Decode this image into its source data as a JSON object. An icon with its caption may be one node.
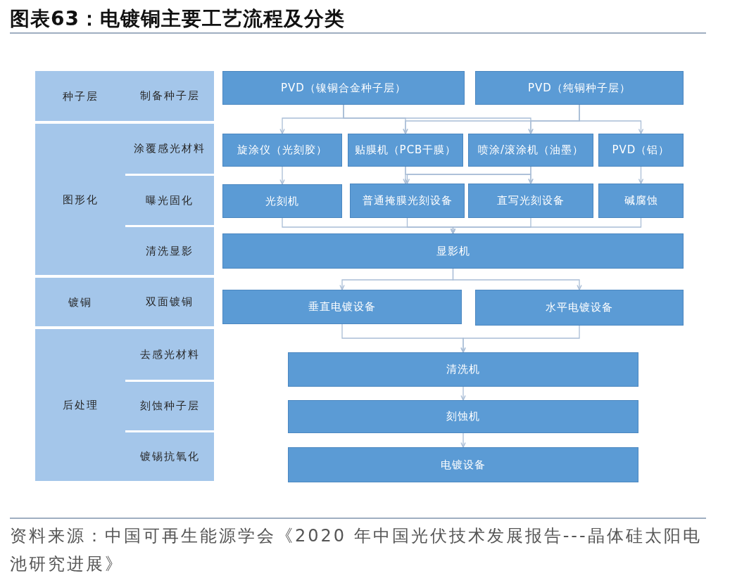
{
  "diagram": {
    "title": "图表63：电镀铜主要工艺流程及分类",
    "caption": "资料来源：中国可再生能源学会《2020 年中国光伏技术发展报告---晶体硅太阳电池研究进展》",
    "nodes": [
      {
        "text": [
          "种子层"
        ]
      },
      {
        "text": [
          "制备种子层"
        ],
        "in": 0
      },
      {
        "text": [
          "图形化"
        ]
      },
      {
        "text": [
          "涂覆感光材料"
        ],
        "in": 2
      },
      {
        "text": [
          "曝光固化"
        ],
        "in": 2
      },
      {
        "text": [
          "清洗显影"
        ],
        "in": 2
      },
      {
        "text": [
          "镀铜"
        ]
      },
      {
        "text": [
          "双面镀铜"
        ],
        "in": 6
      },
      {
        "text": [
          "后处理"
        ]
      },
      {
        "text": [
          "去感光材料"
        ],
        "in": 8
      },
      {
        "text": [
          "刻蚀种子层"
        ],
        "in": 8
      },
      {
        "text": [
          "镀锡抗氧化"
        ],
        "in": 8
      },
      {
        "text": [
          "PVD（镍铜合金种子层）"
        ]
      },
      {
        "text": [
          "PVD（纯铜种子层）"
        ]
      },
      {
        "text": [
          "旋涂仪（光刻胶）"
        ]
      },
      {
        "text": [
          "贴膜机（PCB干膜）"
        ]
      },
      {
        "text": [
          "喷涂/滚涂机（油墨）"
        ]
      },
      {
        "text": [
          "PVD（铝）"
        ]
      },
      {
        "text": [
          "光刻机"
        ]
      },
      {
        "text": [
          "普通掩膜光刻设备"
        ]
      },
      {
        "text": [
          "直写光刻设备"
        ]
      },
      {
        "text": [
          "碱腐蚀"
        ]
      },
      {
        "text": [
          "显影机"
        ]
      },
      {
        "text": [
          "垂直电镀设备"
        ]
      },
      {
        "text": [
          "水平电镀设备"
        ]
      },
      {
        "text": [
          "清洗机"
        ]
      },
      {
        "text": [
          "刻蚀机"
        ]
      },
      {
        "text": [
          "电镀设备"
        ]
      }
    ],
    "edges": [
      {
        "from": 12,
        "to": 14,
        "arrow": "to"
      },
      {
        "from": 12,
        "to": 15,
        "arrow": "to"
      },
      {
        "from": 12,
        "to": 16,
        "arrow": "to"
      },
      {
        "from": 13,
        "to": 15,
        "arrow": "to"
      },
      {
        "from": 13,
        "to": 16,
        "arrow": "to"
      },
      {
        "from": 13,
        "to": 17,
        "arrow": "to"
      },
      {
        "from": 14,
        "to": 18,
        "arrow": "to"
      },
      {
        "from": 15,
        "to": 19,
        "arrow": "to"
      },
      {
        "from": 15,
        "to": 20,
        "arrow": "to"
      },
      {
        "from": 16,
        "to": 19,
        "arrow": "to"
      },
      {
        "from": 16,
        "to": 20,
        "arrow": "to"
      },
      {
        "from": 17,
        "to": 21,
        "arrow": "to"
      },
      {
        "from": 18,
        "to": 22,
        "arrow": "to"
      },
      {
        "from": 19,
        "to": 22,
        "arrow": "to"
      },
      {
        "from": 20,
        "to": 22,
        "arrow": "to"
      },
      {
        "from": 21,
        "to": 22,
        "arrow": "to"
      },
      {
        "from": 22,
        "to": 23,
        "arrow": "to"
      },
      {
        "from": 22,
        "to": 24,
        "arrow": "to"
      },
      {
        "from": 23,
        "to": 25,
        "arrow": "to"
      },
      {
        "from": 24,
        "to": 25,
        "arrow": "to"
      },
      {
        "from": 25,
        "to": 26,
        "arrow": "to"
      },
      {
        "from": 26,
        "to": 27,
        "arrow": "to"
      }
    ]
  }
}
